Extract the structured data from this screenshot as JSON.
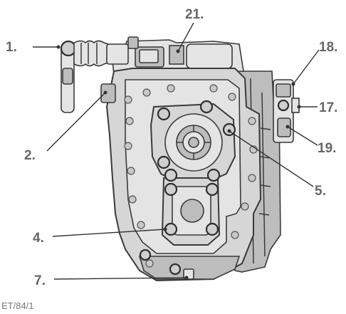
{
  "callouts": {
    "c1": "1.",
    "c2": "2.",
    "c4": "4.",
    "c5": "5.",
    "c7": "7.",
    "c17": "17.",
    "c18": "18.",
    "c19": "19.",
    "c21": "21."
  },
  "figure_ref": "ET/84/1"
}
